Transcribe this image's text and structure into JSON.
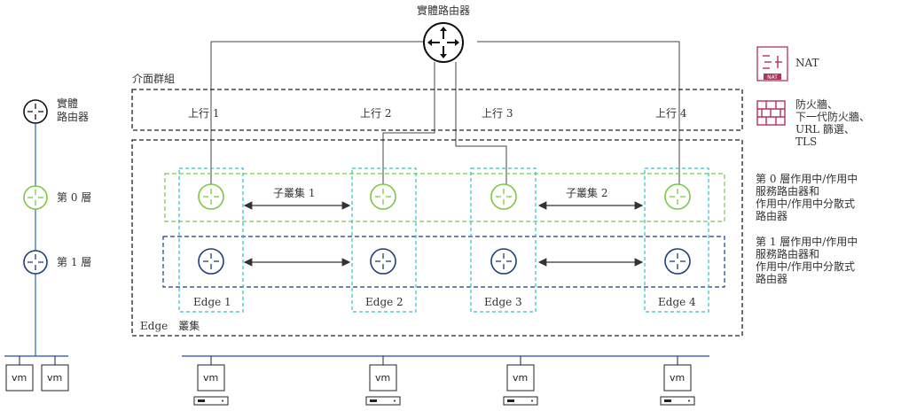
{
  "title": "實體路由器",
  "legend": {
    "physical_router": [
      "實體",
      "路由器"
    ],
    "tier0": "第 0 層",
    "tier1": "第 1 層"
  },
  "interface_group": {
    "label": "介面群組",
    "uplinks": [
      "上行 1",
      "上行 2",
      "上行 3",
      "上行 4"
    ]
  },
  "edge_cluster": {
    "label": "Edge　叢集",
    "edges": [
      "Edge 1",
      "Edge 2",
      "Edge 3",
      "Edge 4"
    ],
    "subclusters": [
      "子叢集 1",
      "子叢集 2"
    ]
  },
  "vm_label": "vm",
  "services": {
    "nat": "NAT",
    "firewall": [
      "防火牆、",
      "下一代防火牆、",
      "URL 篩選、",
      "TLS"
    ],
    "nat_icon_text": "NAT"
  },
  "notes": {
    "tier0": [
      "第 0 層作用中/作用中",
      "服務路由器和",
      "作用中/作用中分散式",
      "路由器"
    ],
    "tier1": [
      "第 1 層作用中/作用中",
      "服務路由器和",
      "作用中/作用中分散式",
      "路由器"
    ]
  },
  "colors": {
    "tier0": "#7ac943",
    "tier1": "#1d3f7a",
    "edge_box": "#29c3d6",
    "security": "#b5325a",
    "network_line": "#3a6fc4",
    "line": "#444444"
  }
}
